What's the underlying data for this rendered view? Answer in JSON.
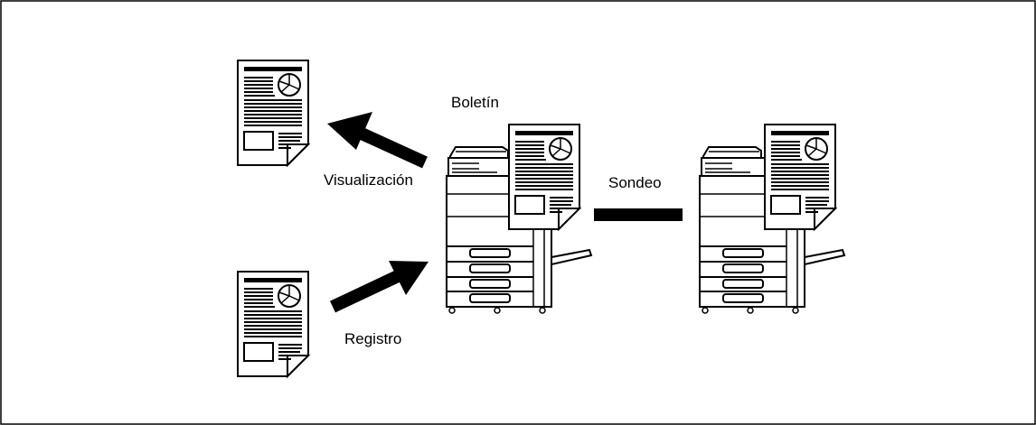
{
  "labels": {
    "bulletin": "Boletín",
    "view": "Visualización",
    "polling": "Sondeo",
    "register": "Registro"
  }
}
